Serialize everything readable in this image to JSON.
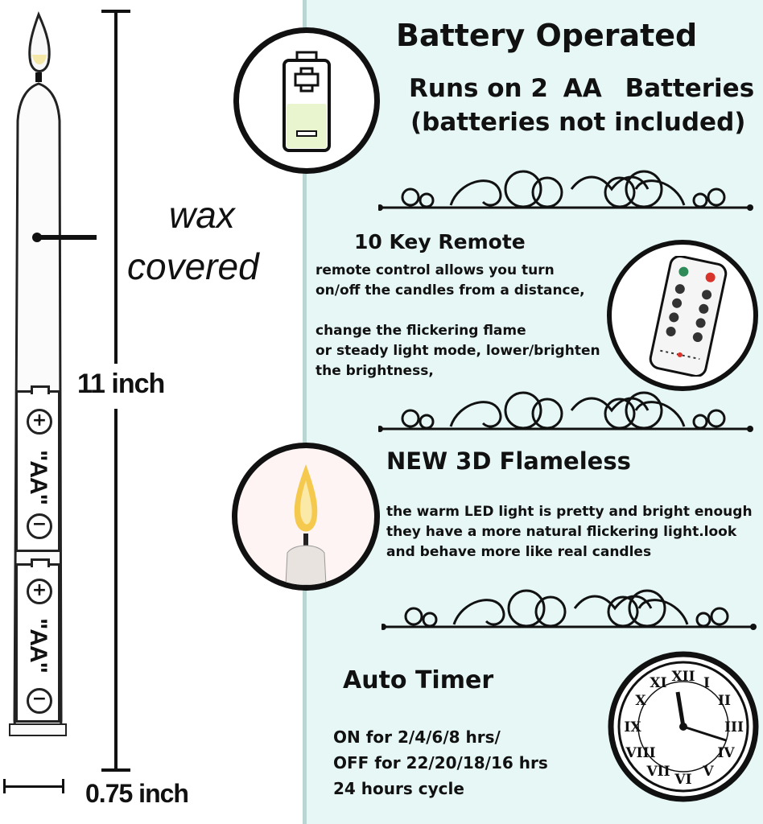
{
  "left": {
    "wax_line1": "wax",
    "wax_line2": "covered",
    "height_label": "11 inch",
    "width_label": "0.75 inch",
    "battery_label": "\"AA\""
  },
  "sections": {
    "battery": {
      "title": "Battery Operated",
      "line1_a": "Runs on 2",
      "line1_b": "AA",
      "line1_c": "Batteries",
      "line2": "(batteries not included)"
    },
    "remote": {
      "title": "10 Key Remote",
      "lines": [
        "remote control allows you turn",
        "on/off the candles from a distance,",
        "",
        "change the flickering flame",
        "or steady light mode, lower/brighten",
        "the brightness,"
      ]
    },
    "flameless": {
      "title": "NEW 3D Flameless",
      "lines": [
        "the warm LED light is pretty and bright enough",
        "they have a more natural flickering light.look",
        "and behave more like real candles"
      ]
    },
    "timer": {
      "title": "Auto Timer",
      "lines": [
        "ON for 2/4/6/8 hrs/",
        "OFF for 22/20/18/16 hrs",
        "24 hours cycle"
      ]
    }
  },
  "colors": {
    "right_bg": "#e6f7f6",
    "divider": "#b9d6d3",
    "battery_fill": "#e9f5cf",
    "flame": "#f4c94e"
  }
}
